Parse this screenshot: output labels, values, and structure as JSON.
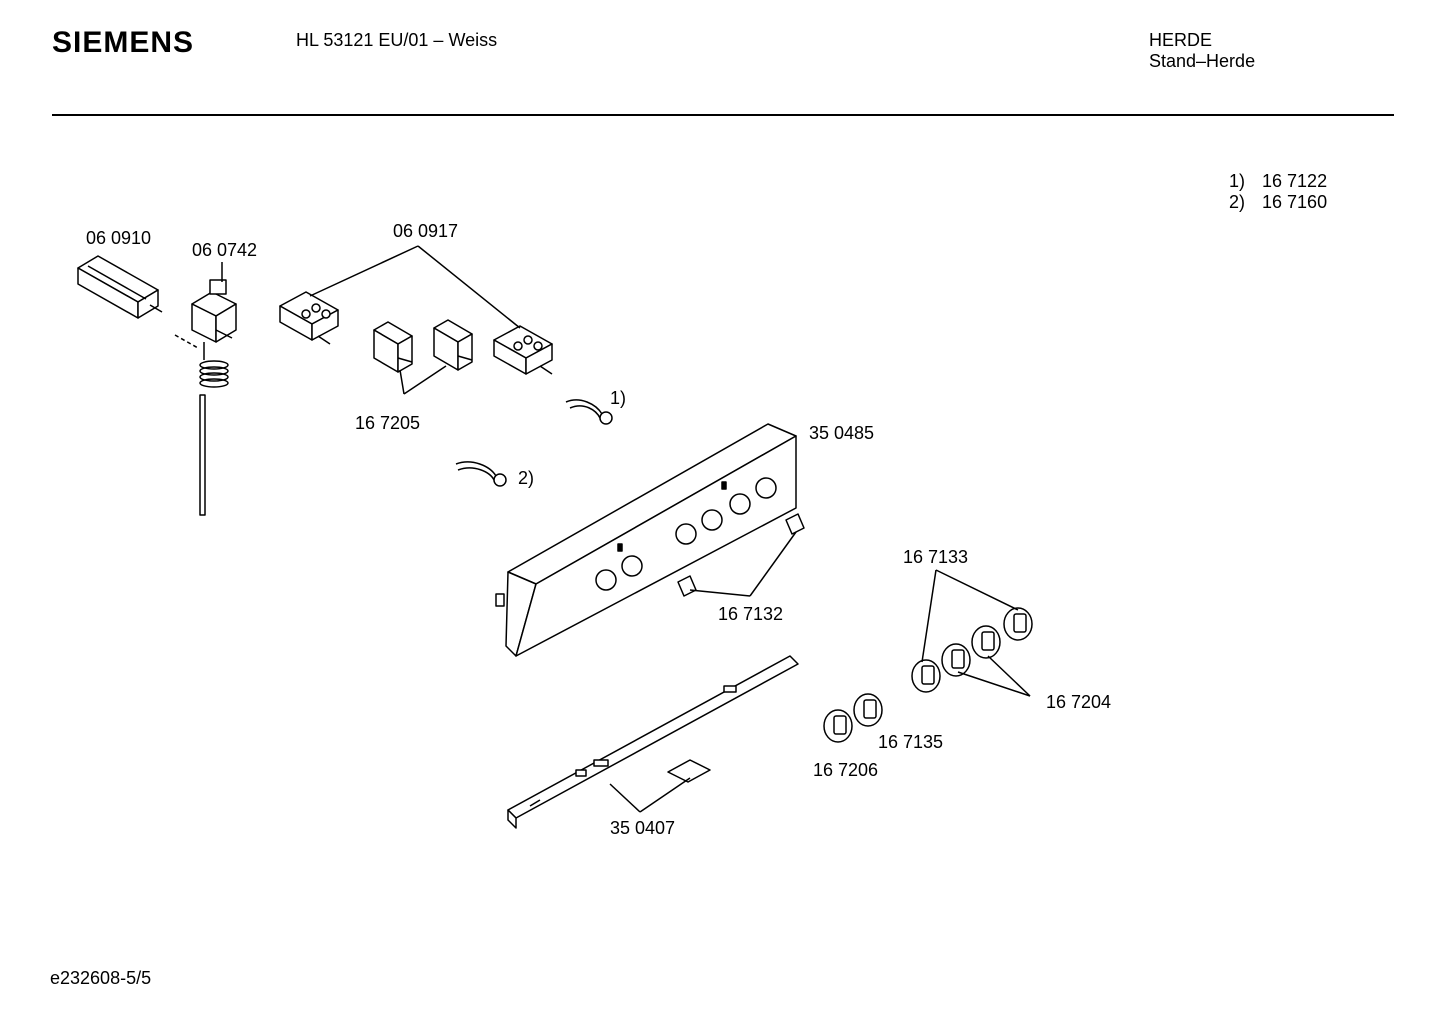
{
  "header": {
    "brand": "SIEMENS",
    "model": "HL 53121 EU/01 – Weiss",
    "category_line1": "HERDE",
    "category_line2": "Stand–Herde"
  },
  "notes": [
    {
      "mark": "1)",
      "part": "16 7122"
    },
    {
      "mark": "2)",
      "part": "16 7160"
    }
  ],
  "parts": {
    "p060910": "06 0910",
    "p060742": "06 0742",
    "p060917": "06 0917",
    "p167205": "16 7205",
    "p350485": "35 0485",
    "p167132": "16 7132",
    "p167133": "16 7133",
    "p167204": "16 7204",
    "p167135": "16 7135",
    "p167206": "16 7206",
    "p350407": "35 0407",
    "mark1": "1)",
    "mark2": "2)"
  },
  "footer": {
    "doc_id": "e232608-5/5"
  }
}
